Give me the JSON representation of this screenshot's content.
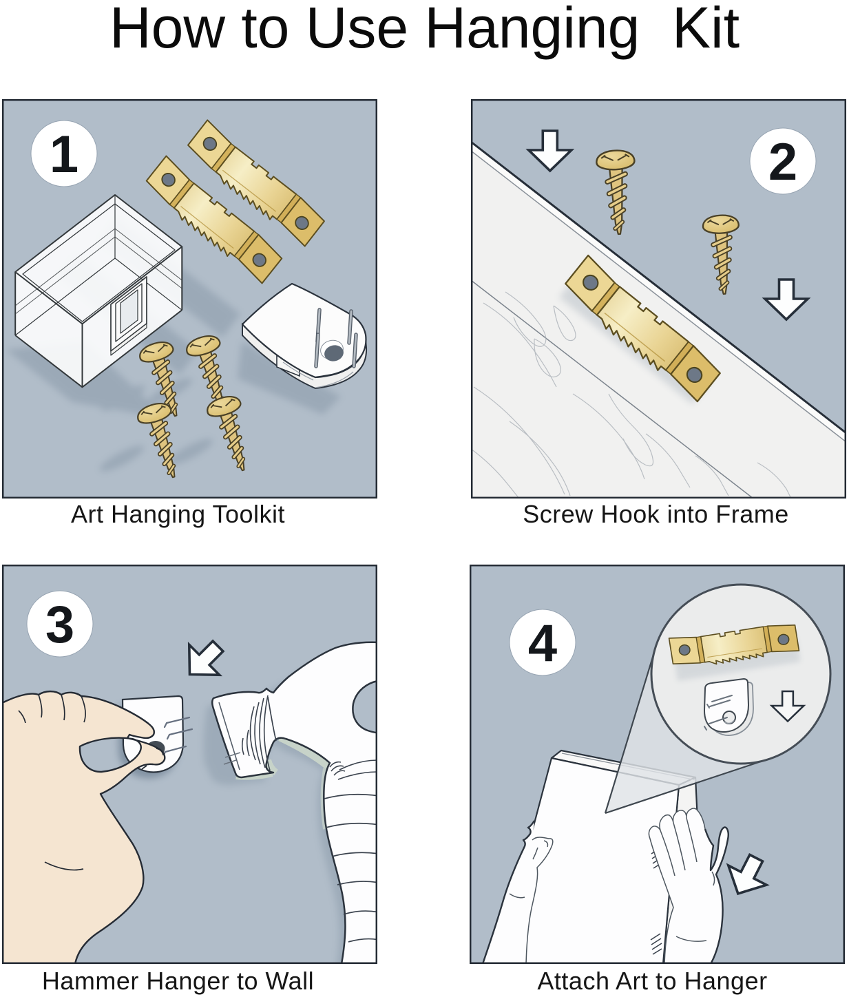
{
  "title": "How to Use Hanging  Kit",
  "steps": [
    {
      "number": "1",
      "caption": "Art Hanging Toolkit"
    },
    {
      "number": "2",
      "caption": "Screw Hook into Frame"
    },
    {
      "number": "3",
      "caption": "Hammer Hanger to Wall"
    },
    {
      "number": "4",
      "caption": "Attach Art to Hanger"
    }
  ],
  "colors": {
    "page_background": "#ffffff",
    "panel_background": "#b1bdc9",
    "panel_border": "#232a33",
    "brass": "#ddc176",
    "brass_light": "#f6eec6",
    "brass_dark": "#c8a64e",
    "outline_ink": "#2b333d",
    "skin": "#f5e5d1",
    "wood_white": "#f1f1f0",
    "badge_fill": "#ffffff",
    "badge_text": "#14171b",
    "shadow": "#4c6076"
  }
}
